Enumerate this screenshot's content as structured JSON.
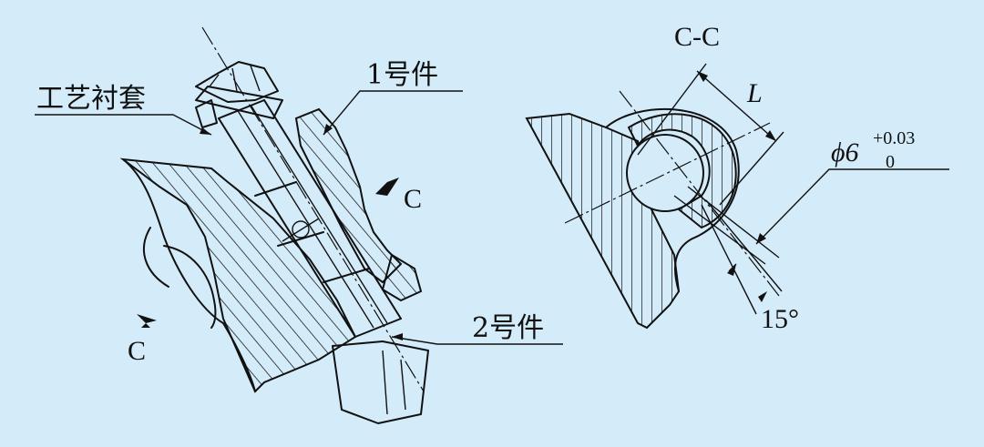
{
  "labels": {
    "process_bushing": "工艺衬套",
    "part1": "1号件",
    "part2": "2号件",
    "section_mark": "C",
    "section_title": "C-C",
    "dim_length": "L",
    "diameter_symbol": "ϕ6",
    "tol_upper": "+0.03",
    "tol_lower": "0",
    "angle": "15°"
  },
  "colors": {
    "background": "#d4ecf9",
    "line": "#111111"
  }
}
